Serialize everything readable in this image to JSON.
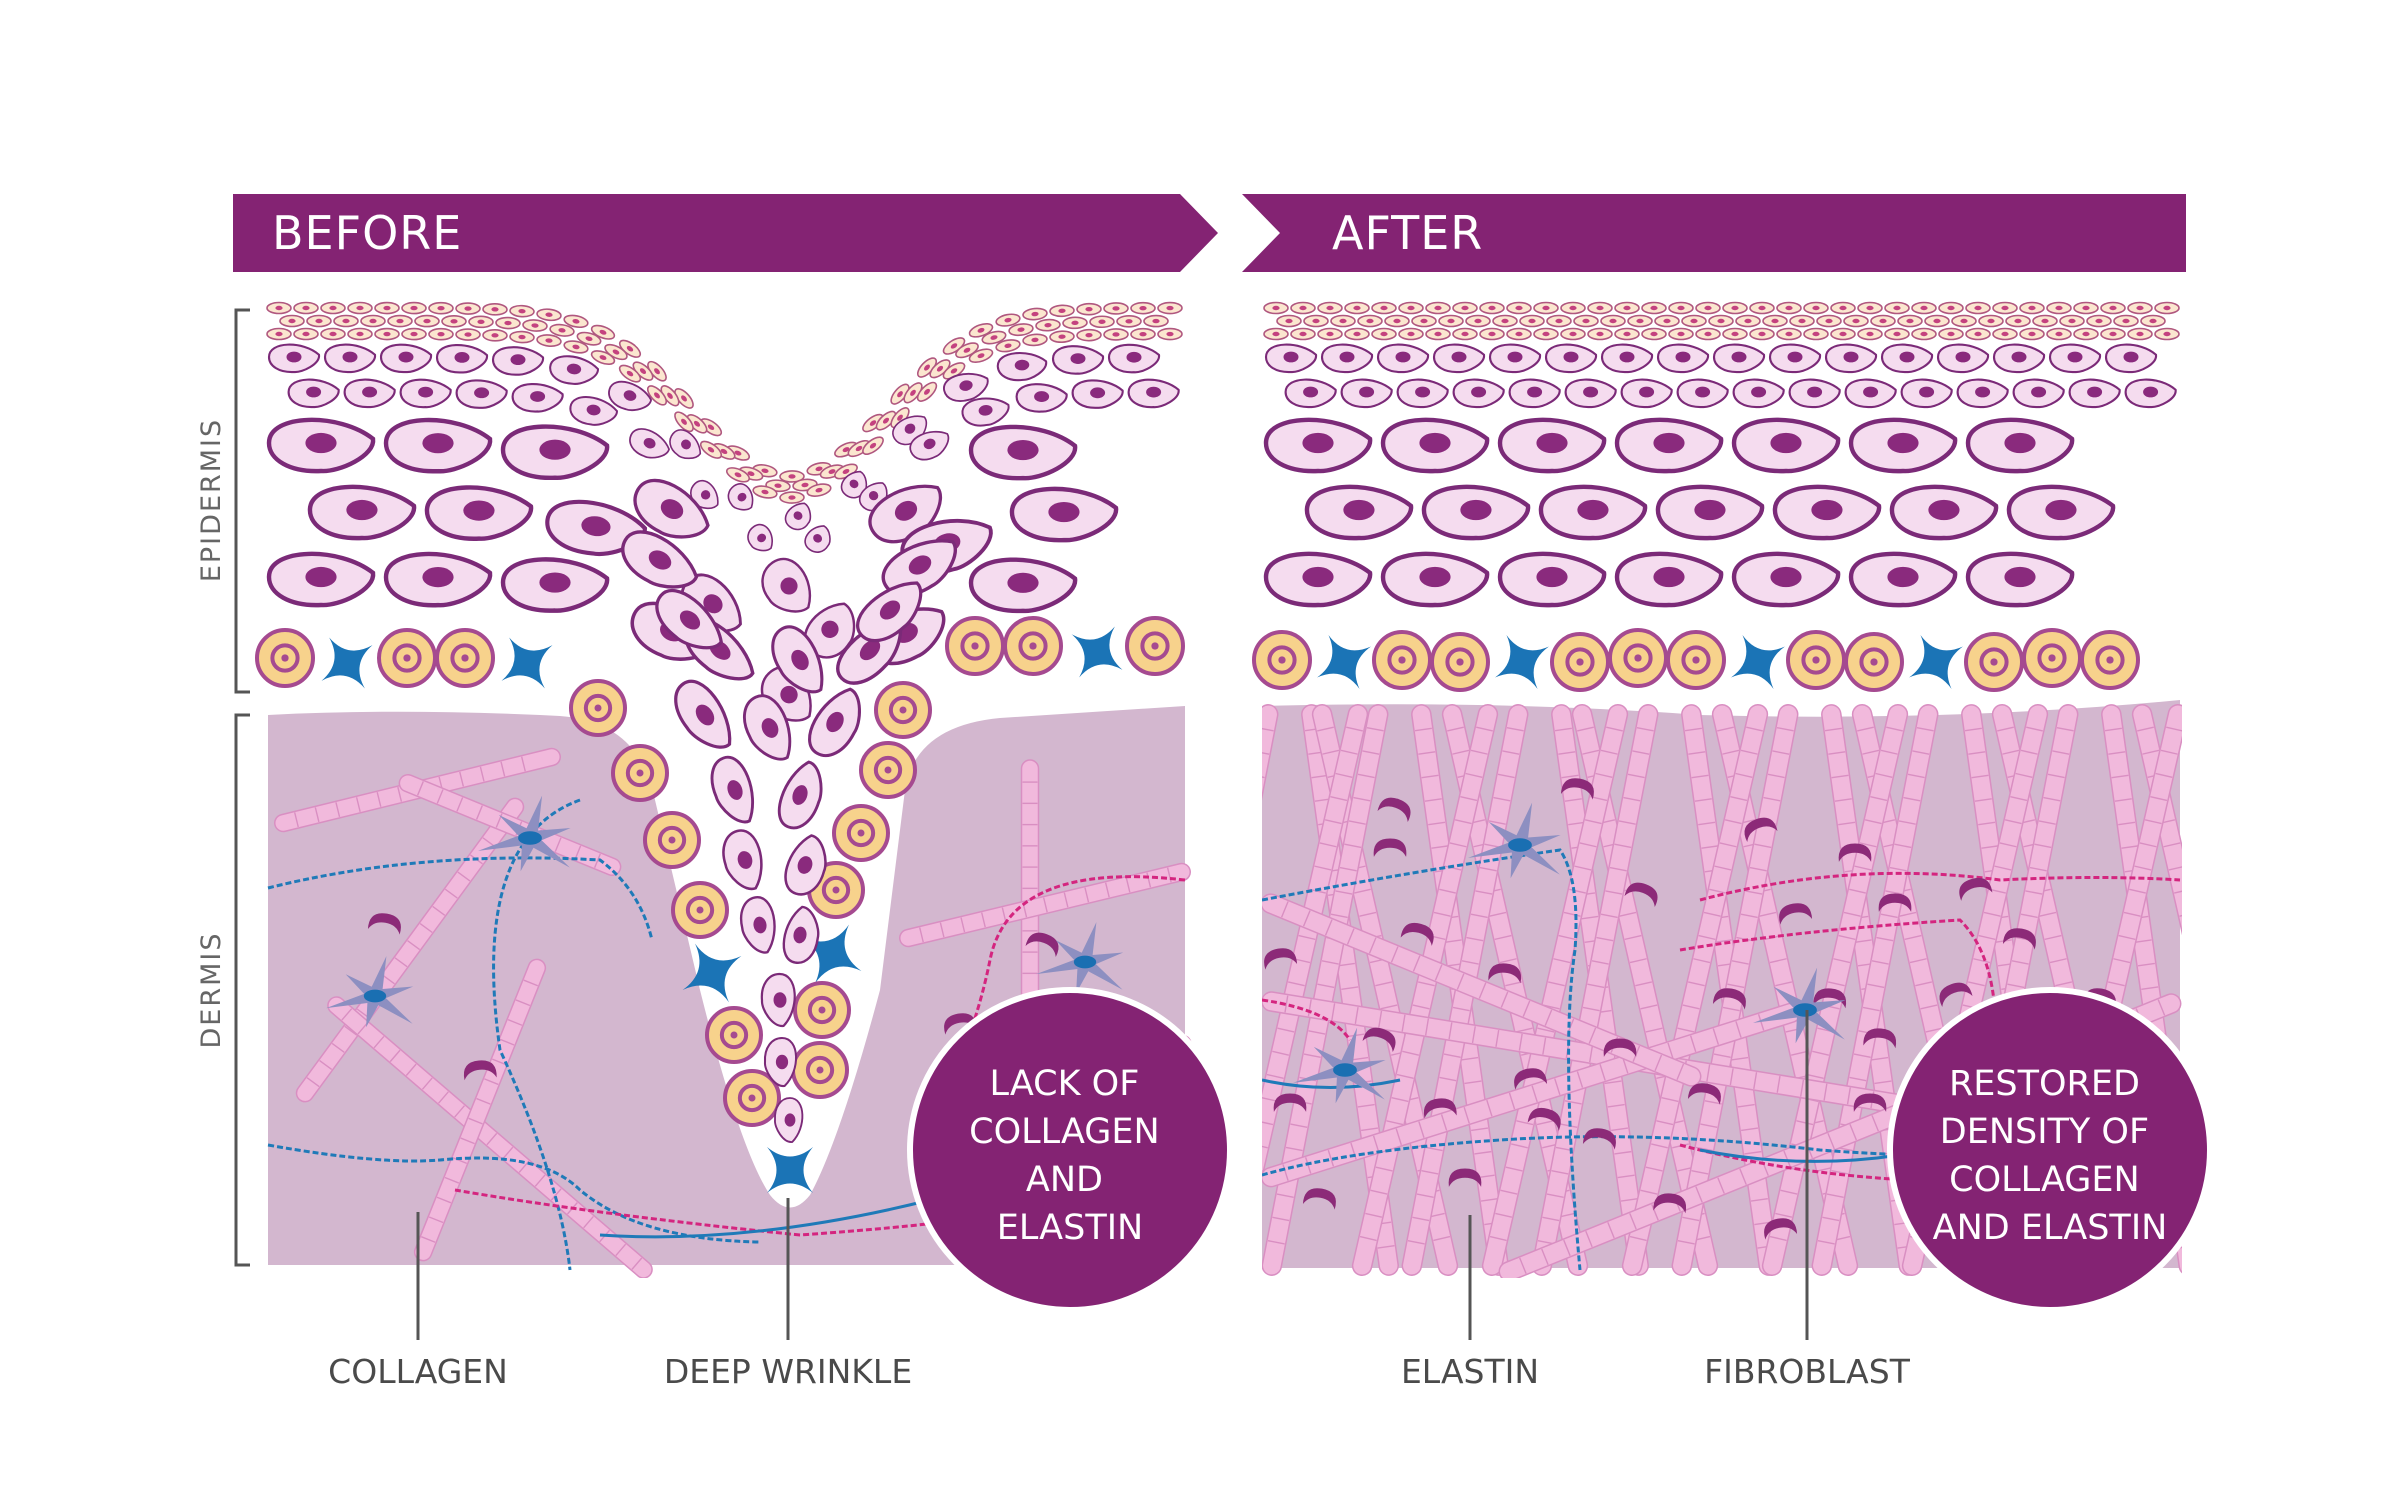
{
  "before_panel": {
    "title": "BEFORE"
  },
  "after_panel": {
    "title": "AFTER"
  },
  "layers": {
    "epidermis": "EPIDERMIS",
    "dermis": "DERMIS"
  },
  "callouts": {
    "before": [
      "LACK OF",
      "COLLAGEN",
      "AND",
      "ELASTIN"
    ],
    "after": [
      "RESTORED",
      "DENSITY OF",
      "COLLAGEN",
      "AND ELASTIN"
    ]
  },
  "labels": {
    "collagen": "COLLAGEN",
    "deep_wrinkle": "DEEP WRINKLE",
    "elastin": "ELASTIN",
    "fibroblast": "FIBROBLAST"
  },
  "colors": {
    "banner": "#842373",
    "dermis": "#d3b7cf",
    "collagen_fill": "#f1b9dc",
    "collagen_stroke": "#d98fc2",
    "cell_fill": "#f5dcef",
    "cell_stroke": "#7b2a78",
    "nucleus": "#8a2a7d",
    "basal_fill": "#f7d28c",
    "basal_stroke": "#a54a90",
    "cross": "#1b74b6",
    "fibroblast": "#8d8fc1",
    "elastin_blue": "#1f7ab8",
    "elastin_pink": "#d4257f",
    "elastin_dark": "#8c2a78",
    "callout": "#842373"
  }
}
